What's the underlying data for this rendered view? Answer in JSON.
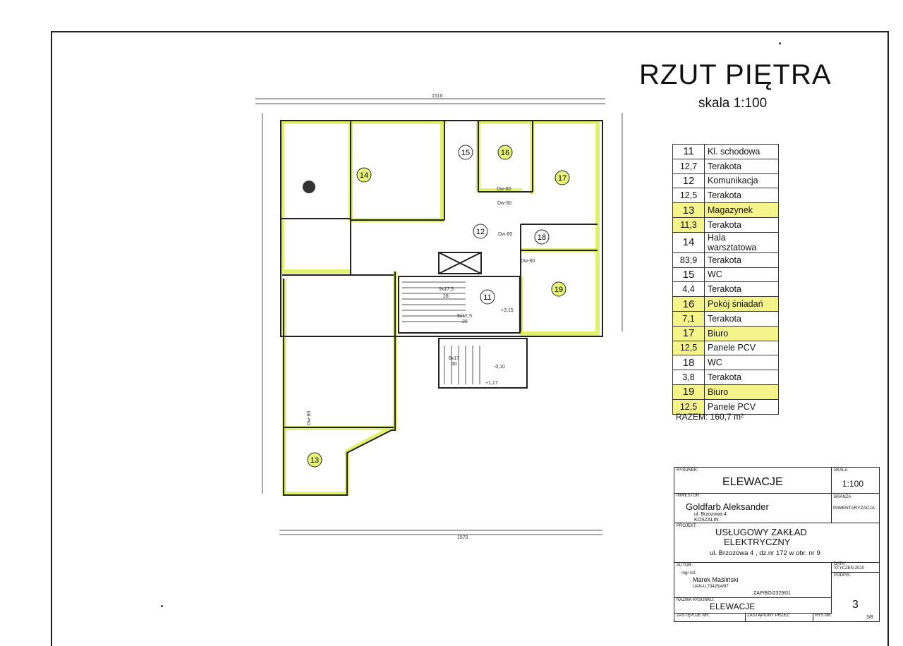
{
  "header": {
    "title": "RZUT PIĘTRA",
    "scale": "skala 1:100"
  },
  "rooms": [
    {
      "no": "11",
      "name": "Kl. schodowa",
      "area": "12,7",
      "floor": "Terakota",
      "highlight": false
    },
    {
      "no": "12",
      "name": "Komunikacja",
      "area": "12,5",
      "floor": "Terakota",
      "highlight": false
    },
    {
      "no": "13",
      "name": "Magazynek",
      "area": "11,3",
      "floor": "Terakota",
      "highlight": true
    },
    {
      "no": "14",
      "name": "Hala warsztatowa",
      "area": "83,9",
      "floor": "Terakota",
      "highlight": false
    },
    {
      "no": "15",
      "name": "WC",
      "area": "4,4",
      "floor": "Terakota",
      "highlight": false
    },
    {
      "no": "16",
      "name": "Pokój śniadań",
      "area": "7,1",
      "floor": "Terakota",
      "highlight": true
    },
    {
      "no": "17",
      "name": "Biuro",
      "area": "12,5",
      "floor": "Panele PCV",
      "highlight": true
    },
    {
      "no": "18",
      "name": "WC",
      "area": "3,8",
      "floor": "Terakota",
      "highlight": false
    },
    {
      "no": "19",
      "name": "Biuro",
      "area": "12,5",
      "floor": "Panele PCV",
      "highlight": true
    }
  ],
  "total": "RAZEM: 160,7 m²",
  "plan": {
    "labels": [
      "11",
      "12",
      "13",
      "14",
      "15",
      "16",
      "17",
      "18",
      "19"
    ],
    "doors": [
      "Dw-80",
      "Dw-80",
      "Dw-80",
      "Dw-80",
      "Dw-80"
    ],
    "stairs": [
      "9x17,5",
      "28",
      "9x17,5",
      "28",
      "6x17",
      "30"
    ],
    "levels": [
      "+3,15",
      "-0,10",
      "+1,17"
    ],
    "dims_top": "1510",
    "dims_bottom": "1570"
  },
  "title_block": {
    "rysunek_label": "RYSUNEK:",
    "rysunek": "ELEWACJE",
    "skala_label": "SKALA",
    "skala": "1:100",
    "inwestor_label": "INWESTOR:",
    "inwestor": "Goldfarb Aleksander",
    "inwestor_addr1": "ul. Brzozowa 4",
    "inwestor_addr2": "KOSZALIN",
    "branza_label": "BRANŻA",
    "branza": "INWENTARYZACJA",
    "projekt_label": "PROJEKT:",
    "projekt1": "USŁUGOWY ZAKŁAD",
    "projekt2": "ELEKTRYCZNY",
    "projekt_addr": "ul. Brzozowa 4 , dz.nr 172 w obr. nr 9",
    "autor_label": "AUTOR:",
    "data_label": "DATA:",
    "data": "STYCZEŃ 2010",
    "autor_title": "mgr inż.",
    "autor": "Marek Maśliński",
    "autor_id": "UAN-U.73425/4/97",
    "podpis_label": "PODPIS:",
    "zap": "ZAP/BO/2329/01",
    "nazwa_label": "NAZWA RYSUNKU:",
    "nazwa": "ELEWACJE",
    "nr": "3",
    "zastepuje_label": "ZASTĘPUJE NR:",
    "zastapiony_label": "ZASTĄPIONY PRZEZ:",
    "rys_label": "RYS NR:",
    "page": "3/8"
  }
}
